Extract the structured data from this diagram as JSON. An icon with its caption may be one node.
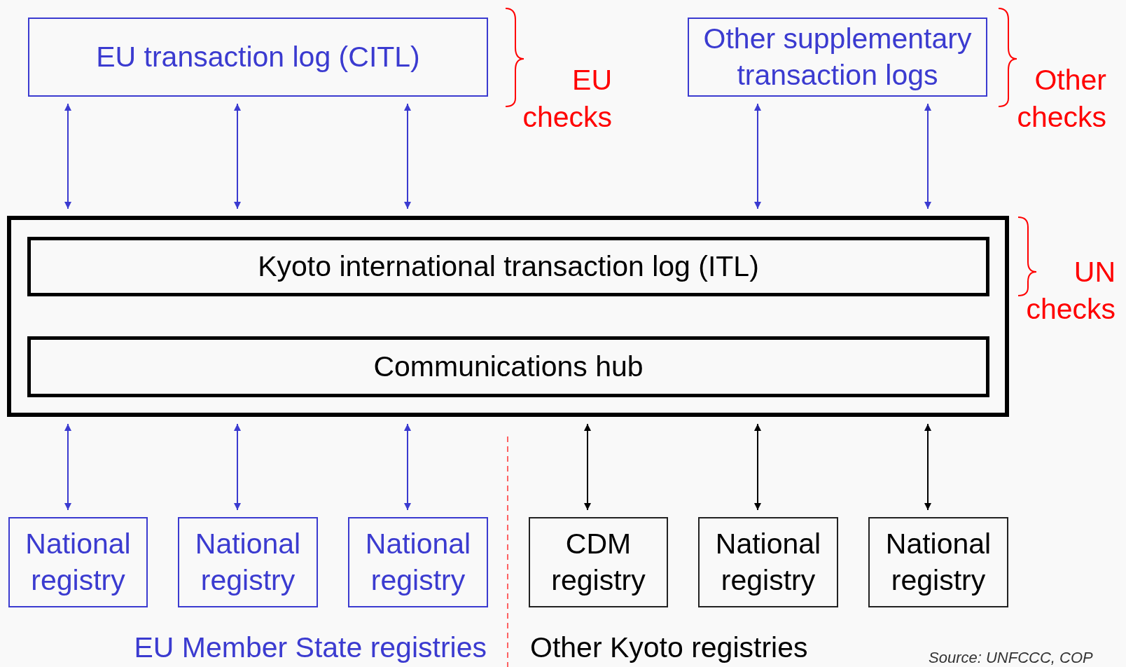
{
  "diagram": {
    "nodes": [
      {
        "text": [
          "EU transaction log (CITL)"
        ]
      },
      {
        "text": [
          "Other supplementary transaction logs"
        ]
      },
      {
        "text": [],
        "shape": "box"
      },
      {
        "text": [
          "Kyoto international transaction log (ITL)"
        ],
        "in": 2
      },
      {
        "text": [
          "Communications hub"
        ],
        "in": 2
      },
      {
        "text": [
          "National registry"
        ]
      },
      {
        "text": [
          "National registry"
        ]
      },
      {
        "text": [
          "National registry"
        ]
      },
      {
        "text": [
          "CDM registry"
        ]
      },
      {
        "text": [
          "National registry"
        ]
      },
      {
        "text": [
          "National registry"
        ]
      }
    ],
    "edges": [
      {
        "from": 0,
        "to": 2,
        "arrow": "both"
      },
      {
        "from": 0,
        "to": 2,
        "arrow": "both"
      },
      {
        "from": 0,
        "to": 2,
        "arrow": "both"
      },
      {
        "from": 1,
        "to": 2,
        "arrow": "both"
      },
      {
        "from": 1,
        "to": 2,
        "arrow": "both"
      },
      {
        "from": 2,
        "to": 5,
        "arrow": "both"
      },
      {
        "from": 2,
        "to": 6,
        "arrow": "both"
      },
      {
        "from": 2,
        "to": 7,
        "arrow": "both"
      },
      {
        "from": 2,
        "to": 8,
        "arrow": "both",
        "color": "#000000"
      },
      {
        "from": 2,
        "to": 9,
        "arrow": "both",
        "color": "#000000"
      },
      {
        "from": 2,
        "to": 10,
        "arrow": "both",
        "color": "#000000"
      }
    ],
    "labels": [
      "EU checks",
      "Other checks",
      "UN checks",
      "EU Member State registries",
      "Other Kyoto registries",
      "Source: UNFCCC, COP"
    ]
  }
}
